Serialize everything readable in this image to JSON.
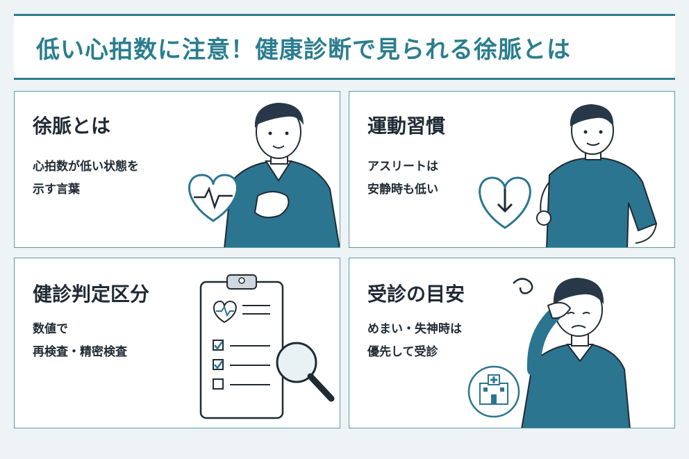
{
  "title": "低い心拍数に注意！健康診断で見られる徐脈とは",
  "colors": {
    "accent": "#2a7d8e",
    "sweater": "#2b7590",
    "hair": "#283848",
    "background": "#eef3f6"
  },
  "cards": [
    {
      "title": "徐脈とは",
      "lines": [
        "心拍数が低い状態を",
        "示す言葉"
      ],
      "icon": "heartbeat-heart-icon"
    },
    {
      "title": "運動習慣",
      "lines": [
        "アスリートは",
        "安静時も低い"
      ],
      "icon": "heart-down-arrow-icon"
    },
    {
      "title": "健診判定区分",
      "lines": [
        "数値で",
        "再検査・精密検査"
      ],
      "icon": "clipboard-checklist-icon"
    },
    {
      "title": "受診の目安",
      "lines": [
        "めまい・失神時は",
        "優先して受診"
      ],
      "icon": "hospital-icon"
    }
  ]
}
